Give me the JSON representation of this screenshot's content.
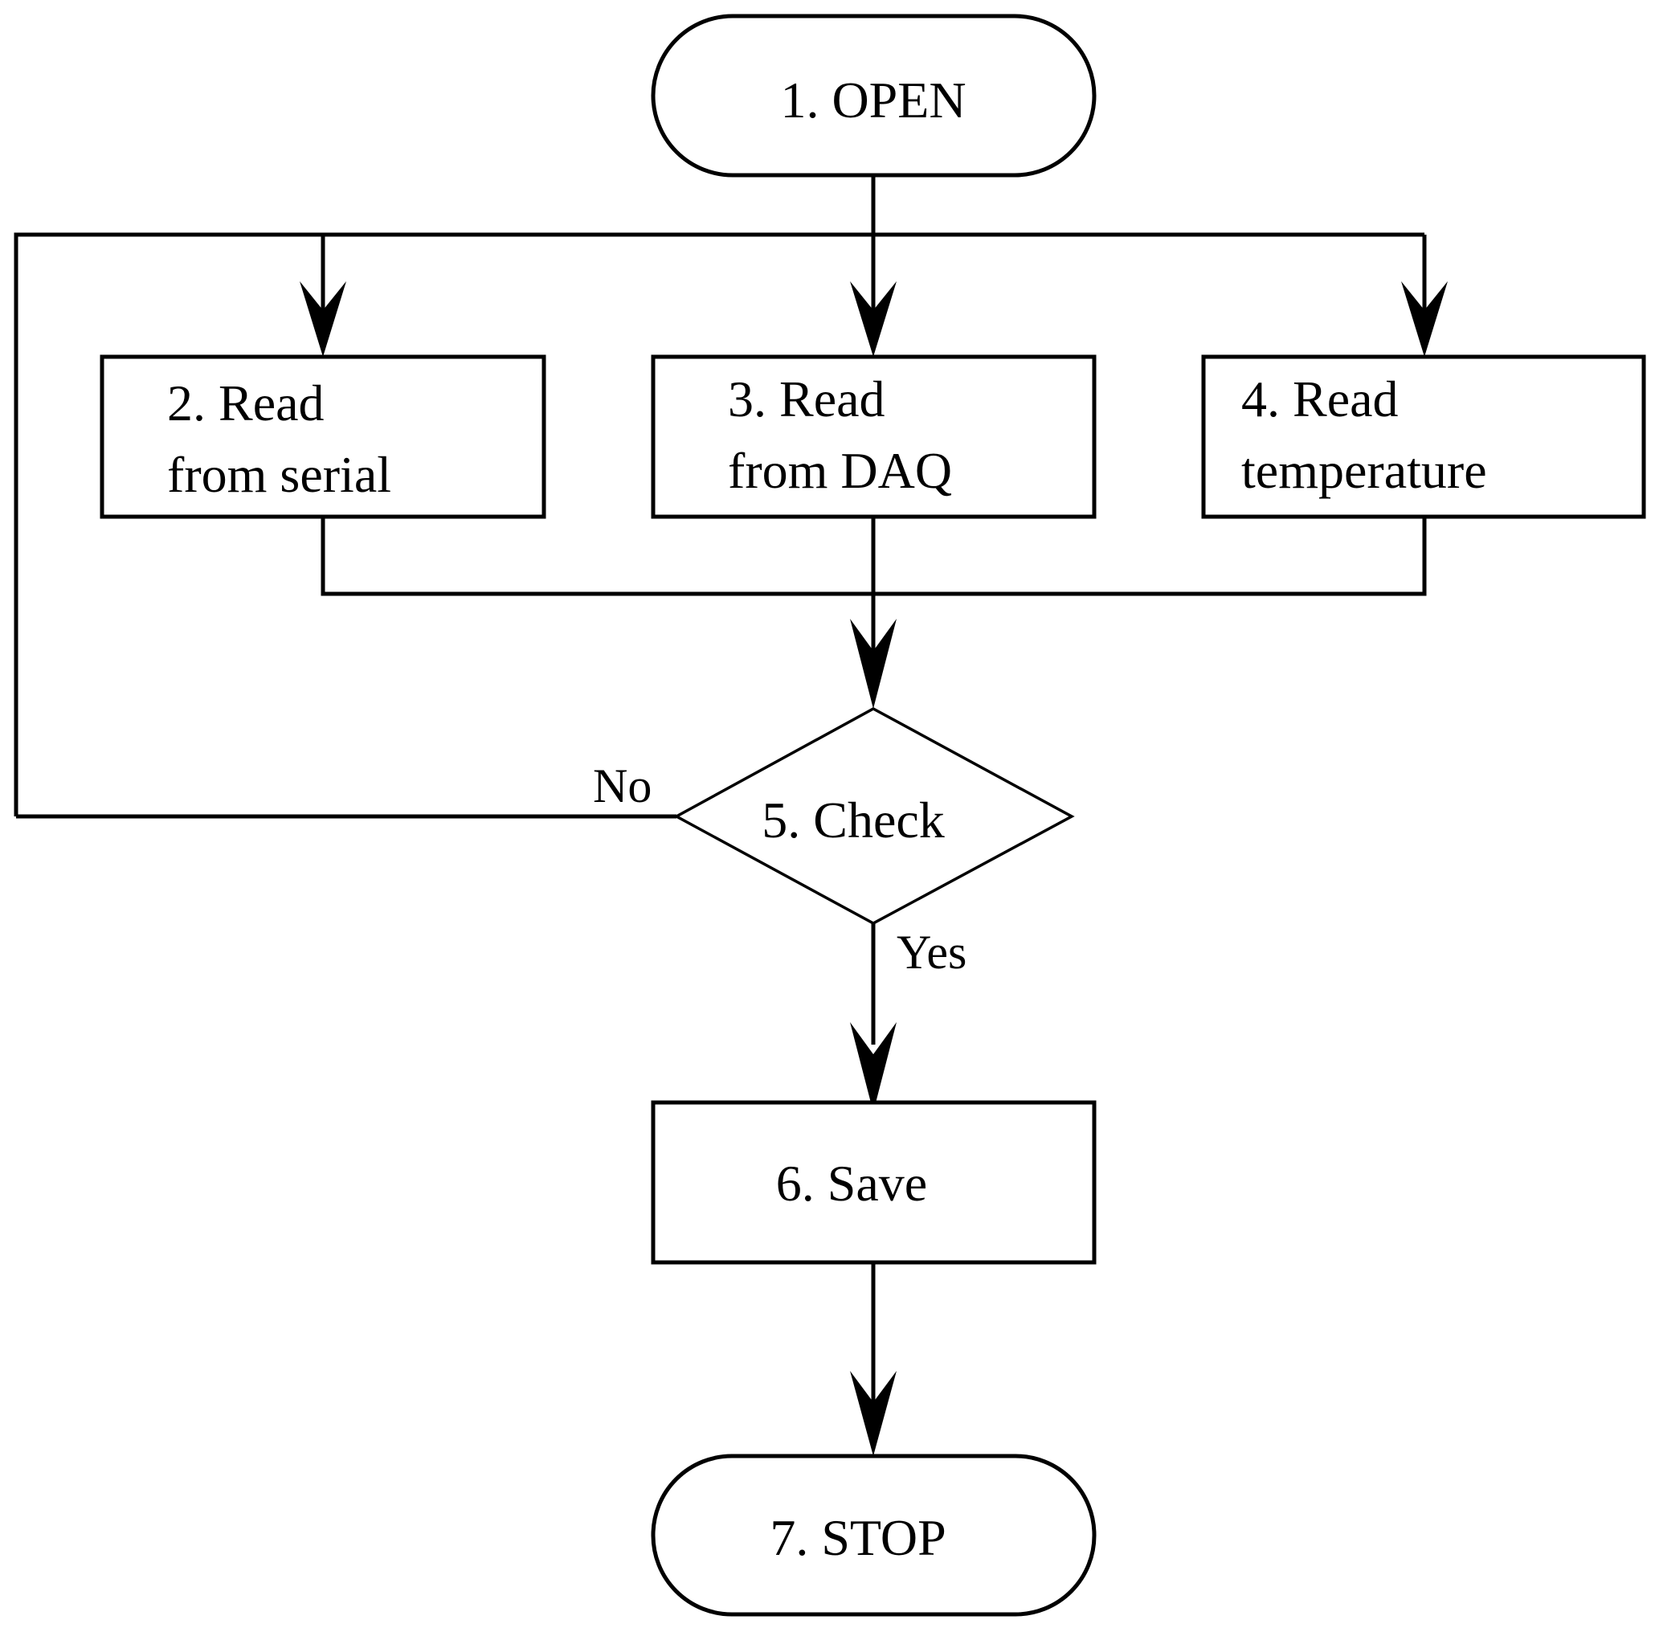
{
  "diagram": {
    "nodes": {
      "open": {
        "label": "1. OPEN"
      },
      "read_serial": {
        "line1": "2. Read",
        "line2": "from serial"
      },
      "read_daq": {
        "line1": "3. Read",
        "line2": "from DAQ"
      },
      "read_temp": {
        "line1": "4. Read",
        "line2": "temperature"
      },
      "check": {
        "label": "5. Check"
      },
      "save": {
        "label": "6. Save"
      },
      "stop": {
        "label": "7. STOP"
      }
    },
    "branches": {
      "no": "No",
      "yes": "Yes"
    }
  }
}
